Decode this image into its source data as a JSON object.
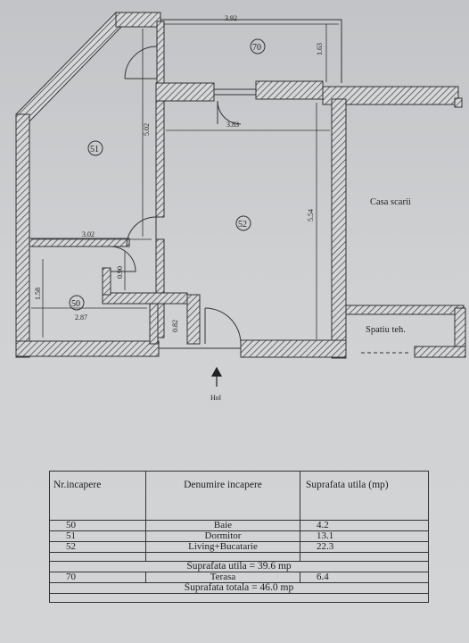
{
  "plan": {
    "dims": {
      "d392": "3.92",
      "d163": "1.63",
      "d502": "5.02",
      "d383": "3.83",
      "d554": "5.54",
      "d302": "3.02",
      "d090": "0.90",
      "d158": "1.58",
      "d287": "2.87",
      "d082": "0.82"
    },
    "rooms": {
      "r70": "70",
      "r51": "51",
      "r52": "52",
      "r50": "50"
    },
    "labels": {
      "casa_scarii": "Casa scarii",
      "spatiu_teh": "Spatiu teh.",
      "hol": "Hol"
    }
  },
  "table": {
    "headers": [
      "Nr.incapere",
      "Denumire incapere",
      "Suprafata utila (mp)"
    ],
    "rows": [
      {
        "nr": "50",
        "name": "Baie",
        "area": "4.2"
      },
      {
        "nr": "51",
        "name": "Dormitor",
        "area": "13.1"
      },
      {
        "nr": "52",
        "name": "Living+Bucatarie",
        "area": "22.3"
      }
    ],
    "suprafata_utila": "Suprafata utila  = 39.6 mp",
    "terasa": {
      "nr": "70",
      "name": "Terasa",
      "area": "6.4"
    },
    "suprafata_totala": "Suprafata  totala = 46.0 mp"
  }
}
